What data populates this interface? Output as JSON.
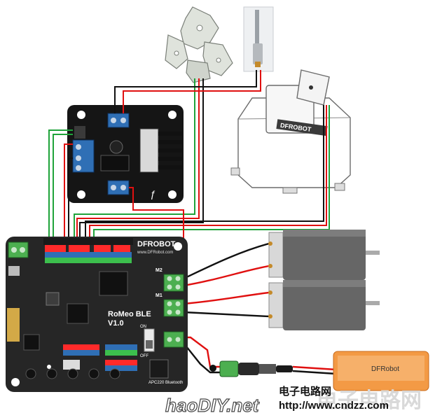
{
  "diagram": {
    "board_brand": "DFROBOT",
    "board_url": "www.DFRobot.com",
    "board_model": "RoMeo BLE",
    "board_version": "V1.0",
    "label_m1": "M1",
    "label_m2": "M2",
    "label_on": "ON",
    "label_off": "OFF",
    "module_label": "APC220 Bluetooth",
    "turret_brand": "DFROBOT",
    "battery_label": "DFRobot",
    "driver_logo": "ƒ"
  },
  "watermark": {
    "site_logo": "haoDIY.net",
    "cn_title": "电子电路网",
    "url": "http://www.cndzz.com",
    "bg_text": "电子电路网"
  },
  "colors": {
    "board": "#2b2b2b",
    "terminal_green": "#4caf50",
    "terminal_blue": "#2f6fb5",
    "wire_red": "#e01010",
    "wire_black": "#111111",
    "wire_green": "#1fa33a",
    "battery": "#f39a45",
    "motor_body": "#666666",
    "motor_cap": "#d8d8d8"
  }
}
